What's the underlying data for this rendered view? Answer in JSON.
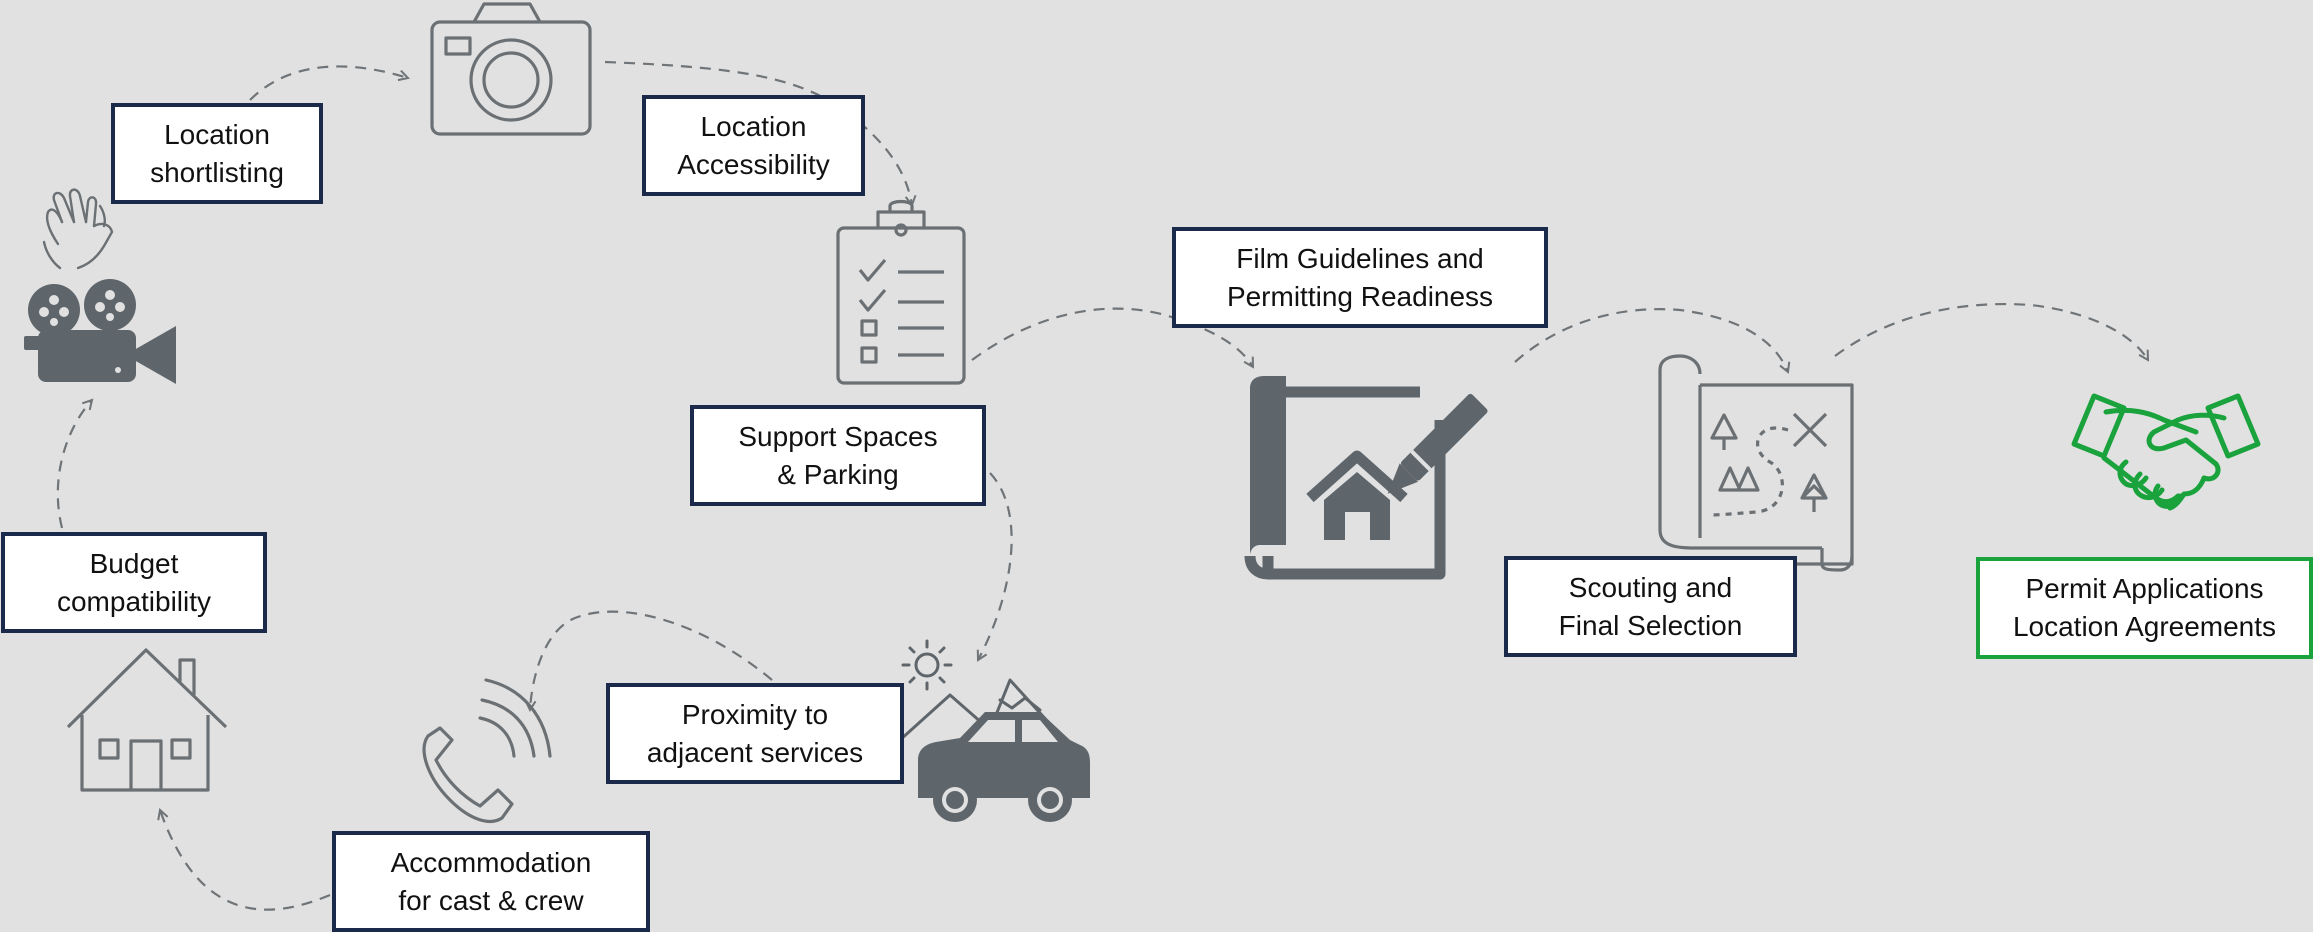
{
  "colors": {
    "background": "#e1e1e1",
    "box_border": "#1b2a4a",
    "final_border": "#1aa33d",
    "icon_outline": "#6b7074",
    "icon_solid": "#5f666b",
    "handshake": "#1aa33d",
    "arrow": "#6f7478"
  },
  "steps": [
    {
      "id": "budget",
      "lines": [
        "Budget",
        "compatibility"
      ],
      "icon": "house-icon"
    },
    {
      "id": "shortlisting",
      "lines": [
        "Location",
        "shortlisting"
      ],
      "icon": "film-camera-icon"
    },
    {
      "id": "accessibility",
      "lines": [
        "Location",
        "Accessibility"
      ],
      "icon": "photo-camera-icon"
    },
    {
      "id": "support",
      "lines": [
        "Support Spaces",
        "& Parking"
      ],
      "icon": "checklist-icon"
    },
    {
      "id": "proximity",
      "lines": [
        "Proximity to",
        "adjacent services"
      ],
      "icon": "car-mountain-icon"
    },
    {
      "id": "accommodation",
      "lines": [
        "Accommodation",
        "for cast & crew"
      ],
      "icon": "phone-icon"
    },
    {
      "id": "guidelines",
      "lines": [
        "Film Guidelines and",
        "Permitting Readiness"
      ],
      "icon": "blueprint-icon"
    },
    {
      "id": "scouting",
      "lines": [
        "Scouting and",
        "Final Selection"
      ],
      "icon": "map-icon"
    },
    {
      "id": "permits",
      "lines": [
        "Permit Applications",
        "Location Agreements"
      ],
      "icon": "handshake-icon"
    }
  ]
}
